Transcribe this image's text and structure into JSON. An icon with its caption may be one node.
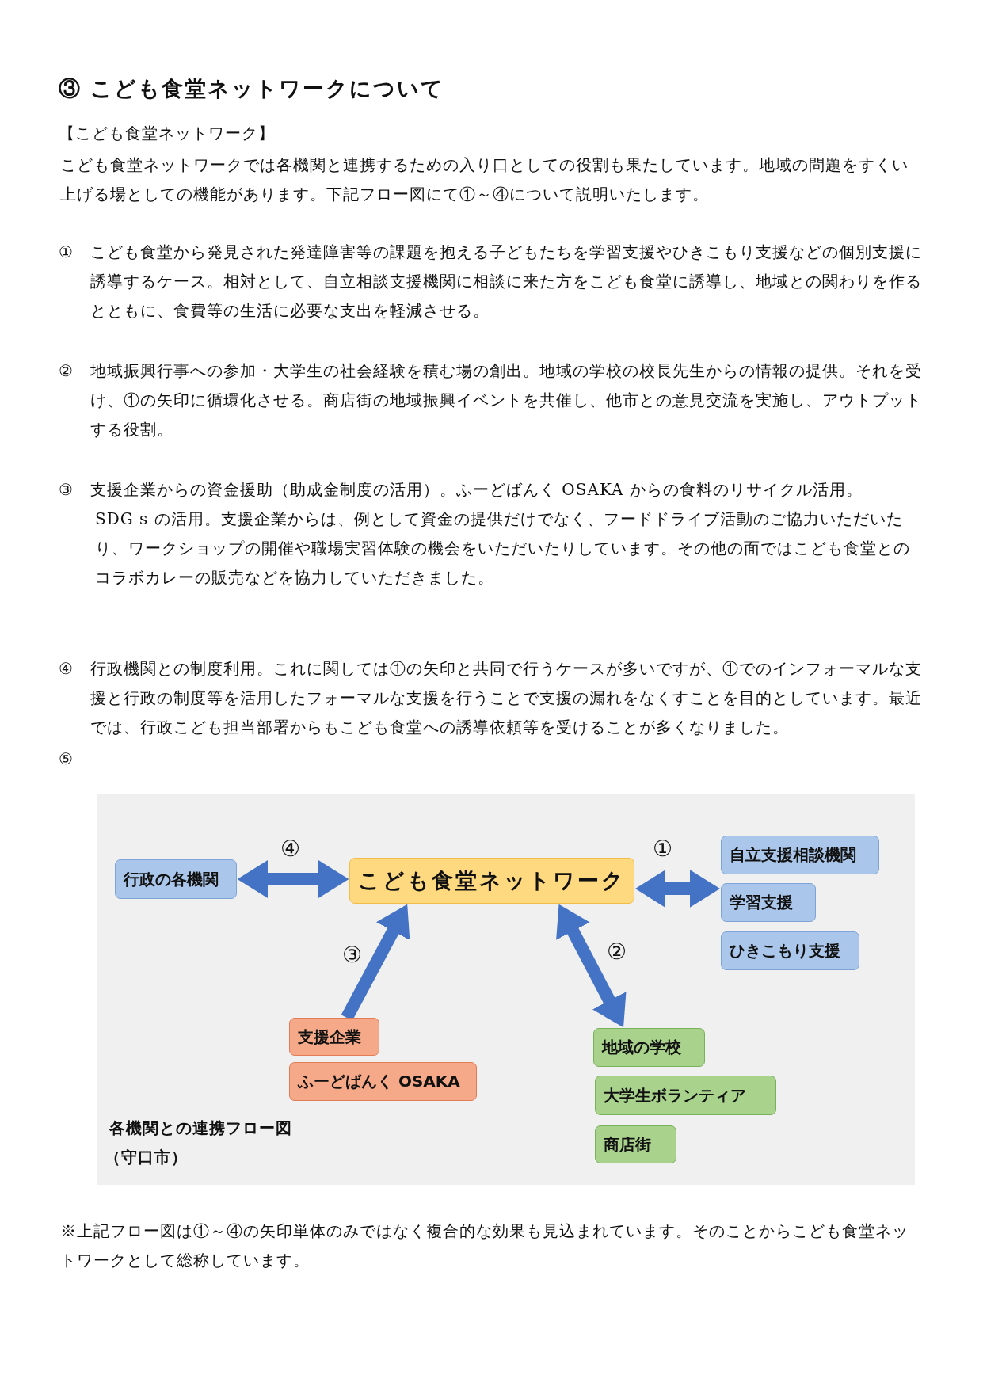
{
  "diagram": {
    "title": "③ こども食堂ネットワークについて",
    "nodes": [
      {
        "text": [
          "こども食堂ネットワーク"
        ]
      },
      {
        "text": [
          "行政の各機関"
        ]
      },
      {
        "text": [
          "自立支援相談機関"
        ]
      },
      {
        "text": [
          "学習支援"
        ]
      },
      {
        "text": [
          "ひきこもり支援"
        ]
      },
      {
        "text": [
          "支援企業"
        ]
      },
      {
        "text": [
          "ふーどばんく OSAKA"
        ]
      },
      {
        "text": [
          "地域の学校"
        ]
      },
      {
        "text": [
          "大学生ボランティア"
        ]
      },
      {
        "text": [
          "商店街"
        ]
      }
    ],
    "edges": [
      {
        "from": 1,
        "to": 0,
        "arrow": "both",
        "label": "④"
      },
      {
        "from": 0,
        "to": 3,
        "arrow": "both",
        "label": "①"
      },
      {
        "from": 5,
        "to": 0,
        "arrow": "to",
        "label": "③"
      },
      {
        "from": 0,
        "to": 7,
        "arrow": "both",
        "label": "②"
      }
    ],
    "labels": [
      "【こども食堂ネットワーク】",
      "こども食堂ネットワークでは各機関と連携するための入り口としての役割も果たしています。地域の問題をすくい上げる場としての機能があります。下記フロー図にて①～④について説明いたします。",
      "①",
      "こども食堂から発見された発達障害等の課題を抱える子どもたちを学習支援やひきこもり支援などの個別支援に誘導するケース。相対として、自立相談支援機関に相談に来た方をこども食堂に誘導し、地域との関わりを作るとともに、食費等の生活に必要な支出を軽減させる。",
      "②",
      "地域振興行事への参加・大学生の社会経験を積む場の創出。地域の学校の校長先生からの情報の提供。それを受け、①の矢印に循環化させる。商店街の地域振興イベントを共催し、他市との意見交流を実施し、アウトプットする役割。",
      "③",
      "支援企業からの資金援助（助成金制度の活用）。ふーどばんく OSAKA からの食料のリサイクル活用。",
      "SDG s の活用。支援企業からは、例として資金の提供だけでなく、フードドライブ活動のご協力いただいたり、ワークショップの開催や職場実習体験の機会をいただいたりしています。その他の面ではこども食堂とのコラボカレーの販売などを協力していただきました。",
      "④",
      "行政機関との制度利用。これに関しては①の矢印と共同で行うケースが多いですが、①でのインフォーマルな支援と行政の制度等を活用したフォーマルな支援を行うことで支援の漏れをなくすことを目的としています。最近では、行政こども担当部署からもこども食堂への誘導依頼等を受けることが多くなりました。",
      "⑤",
      "各機関との連携フロー図",
      "（守口市）",
      "※上記フロー図は①～④の矢印単体のみではなく複合的な効果も見込まれています。そのことからこども食堂ネットワークとして総称しています。"
    ]
  }
}
